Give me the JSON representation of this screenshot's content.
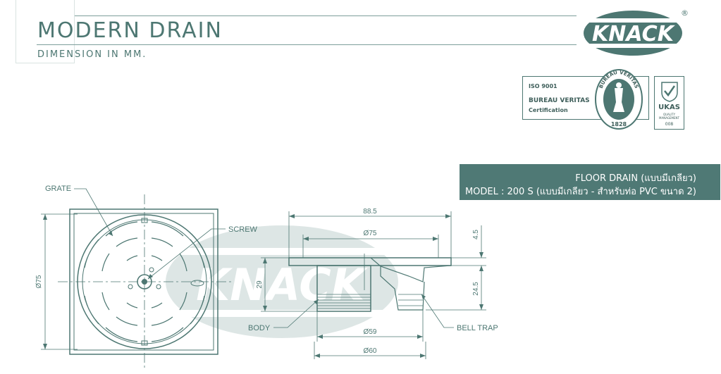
{
  "header": {
    "title": "MODERN DRAIN",
    "subtitle": "DIMENSION IN MM."
  },
  "logo": {
    "brand": "KNACK",
    "registered_mark": "®",
    "color": "#4d7772"
  },
  "certification": {
    "iso": "ISO 9001",
    "body": "BUREAU VERITAS",
    "type": "Certification",
    "seal_ring": "BUREAU VERITAS",
    "seal_year": "1828",
    "ukas_name": "UKAS",
    "ukas_sub": "QUALITY MANAGEMENT",
    "ukas_code": "008"
  },
  "product": {
    "name": "FLOOR DRAIN (แบบมีเกลียว)",
    "model": "MODEL : 200 S (แบบมีเกลียว - สำหรับท่อ PVC ขนาด 2)"
  },
  "diagram": {
    "labels": {
      "grate": "GRATE",
      "screw": "SCREW",
      "body": "BODY",
      "bell_trap": "BELL TRAP"
    },
    "dimensions": {
      "grate_diameter": "Ø75",
      "overall_width": "88.5",
      "top_diameter": "Ø75",
      "flange_height": "4.5",
      "body_height": "29",
      "trap_height": "24.5",
      "thread_diameter": "Ø59",
      "base_diameter": "Ø60"
    },
    "watermark": "KNACK"
  }
}
